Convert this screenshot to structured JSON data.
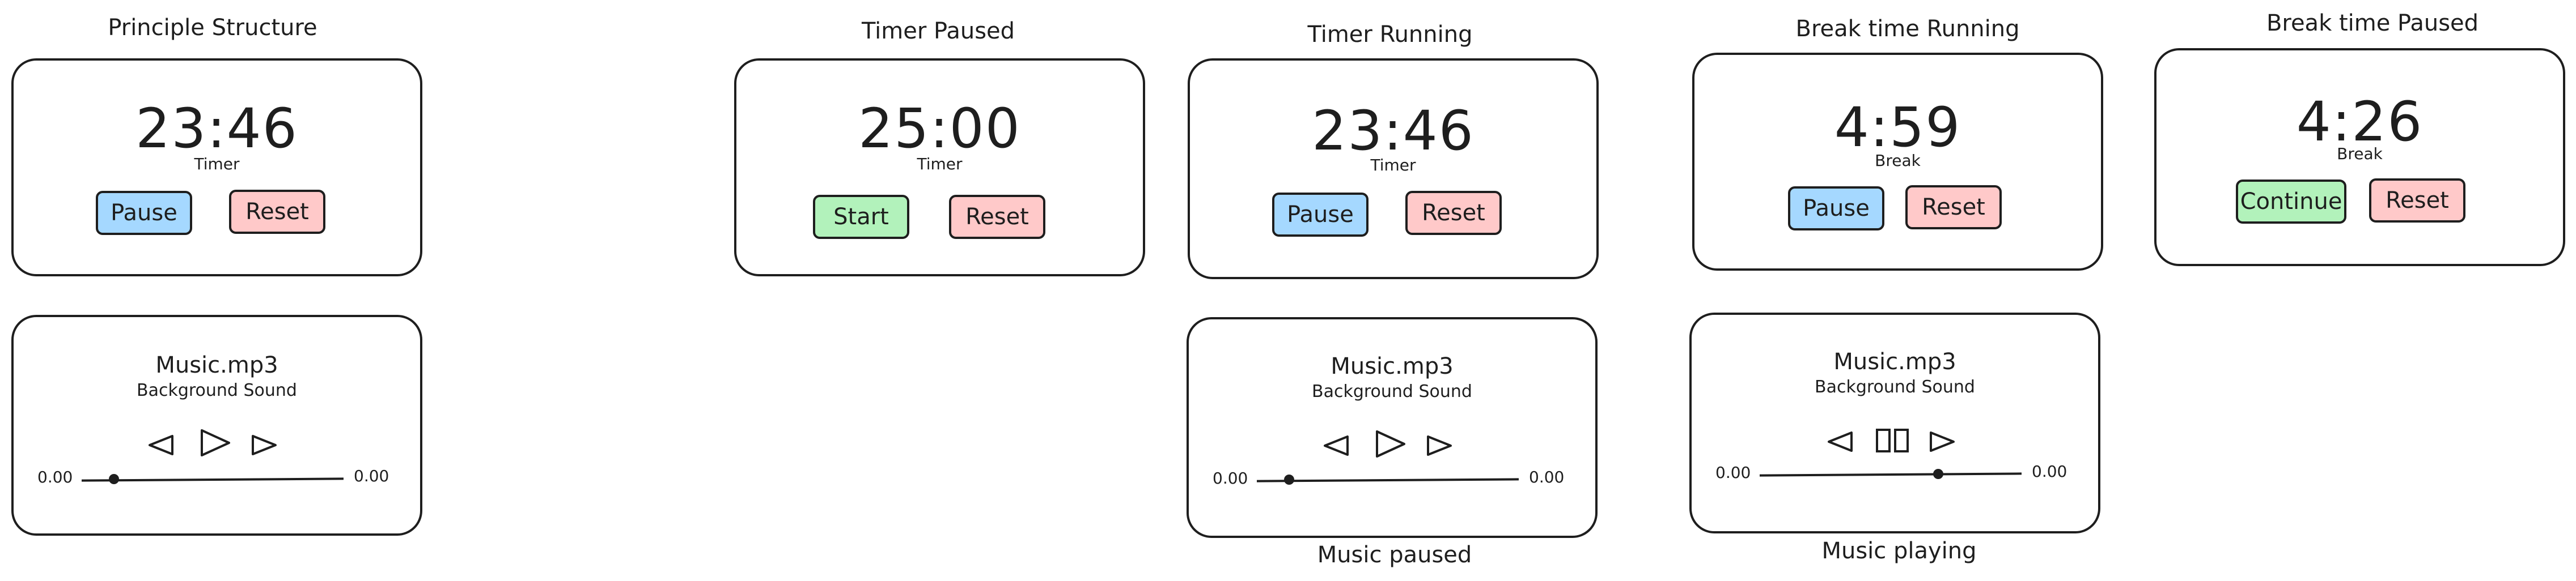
{
  "panels": [
    {
      "heading": "Principle Structure",
      "timer": {
        "time": "23:46",
        "label": "Timer",
        "primary_button": "Pause",
        "secondary_button": "Reset"
      },
      "music": {
        "title": "Music.mp3",
        "subtitle": "Background Sound",
        "start_time": "0.00",
        "end_time": "0.00",
        "state": "paused",
        "progress": 0.12
      },
      "caption": ""
    },
    {
      "heading": "Timer Paused",
      "timer": {
        "time": "25:00",
        "label": "Timer",
        "primary_button": "Start",
        "secondary_button": "Reset"
      },
      "music": null,
      "caption": ""
    },
    {
      "heading": "Timer Running",
      "timer": {
        "time": "23:46",
        "label": "Timer",
        "primary_button": "Pause",
        "secondary_button": "Reset"
      },
      "music": {
        "title": "Music.mp3",
        "subtitle": "Background Sound",
        "start_time": "0.00",
        "end_time": "0.00",
        "state": "paused",
        "progress": 0.12
      },
      "caption": "Music paused"
    },
    {
      "heading": "Break time Running",
      "timer": {
        "time": "4:59",
        "label": "Break",
        "primary_button": "Pause",
        "secondary_button": "Reset"
      },
      "music": {
        "title": "Music.mp3",
        "subtitle": "Background Sound",
        "start_time": "0.00",
        "end_time": "0.00",
        "state": "playing",
        "progress": 0.67
      },
      "caption": "Music playing"
    },
    {
      "heading": "Break time Paused",
      "timer": {
        "time": "4:26",
        "label": "Break",
        "primary_button": "Continue",
        "secondary_button": "Reset"
      },
      "music": null,
      "caption": ""
    }
  ],
  "colors": {
    "pause": "#a5d8ff",
    "start_continue": "#b2f2bb",
    "reset": "#ffc9c9",
    "stroke": "#1e1e1e"
  },
  "icons": [
    "previous-icon",
    "play-icon",
    "pause-icon",
    "next-icon"
  ]
}
